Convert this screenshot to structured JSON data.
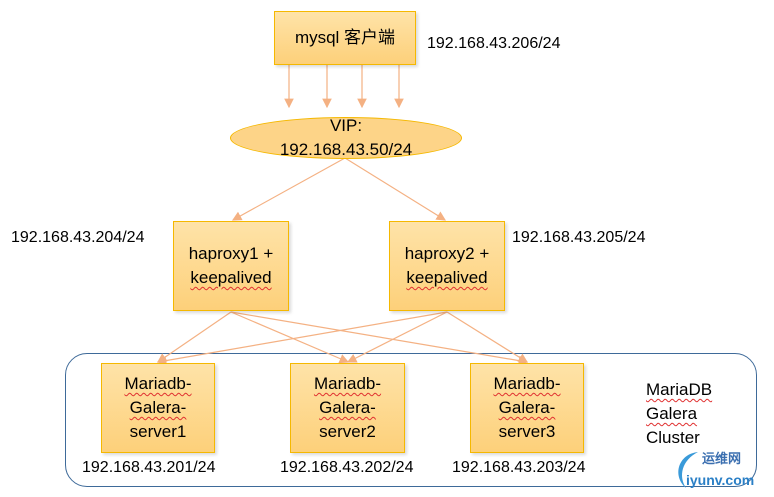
{
  "client": {
    "label": "mysql 客户端",
    "ip": "192.168.43.206/24"
  },
  "vip": {
    "line1": "VIP:",
    "line2": "192.168.43.50/24"
  },
  "haproxy": [
    {
      "line1": "haproxy1 +",
      "line2": "keepalived",
      "ip": "192.168.43.204/24"
    },
    {
      "line1": "haproxy2 +",
      "line2": "keepalived",
      "ip": "192.168.43.205/24"
    }
  ],
  "servers": [
    {
      "line1": "Mariadb-",
      "line2": "Galera-",
      "line3": "server1",
      "ip": "192.168.43.201/24"
    },
    {
      "line1": "Mariadb-",
      "line2": "Galera-",
      "line3": "server2",
      "ip": "192.168.43.202/24"
    },
    {
      "line1": "Mariadb-",
      "line2": "Galera-",
      "line3": "server3",
      "ip": "192.168.43.203/24"
    }
  ],
  "cluster": {
    "line1": "MariaDB",
    "line2": "Galera",
    "line3": "Cluster"
  },
  "watermark": {
    "cn": "运维网",
    "en": "iyunv.com"
  },
  "colors": {
    "box_fill": "#fdd07a",
    "box_border": "#f5b800",
    "arrow": "#f4b183",
    "cluster_border": "#3e6a99"
  }
}
